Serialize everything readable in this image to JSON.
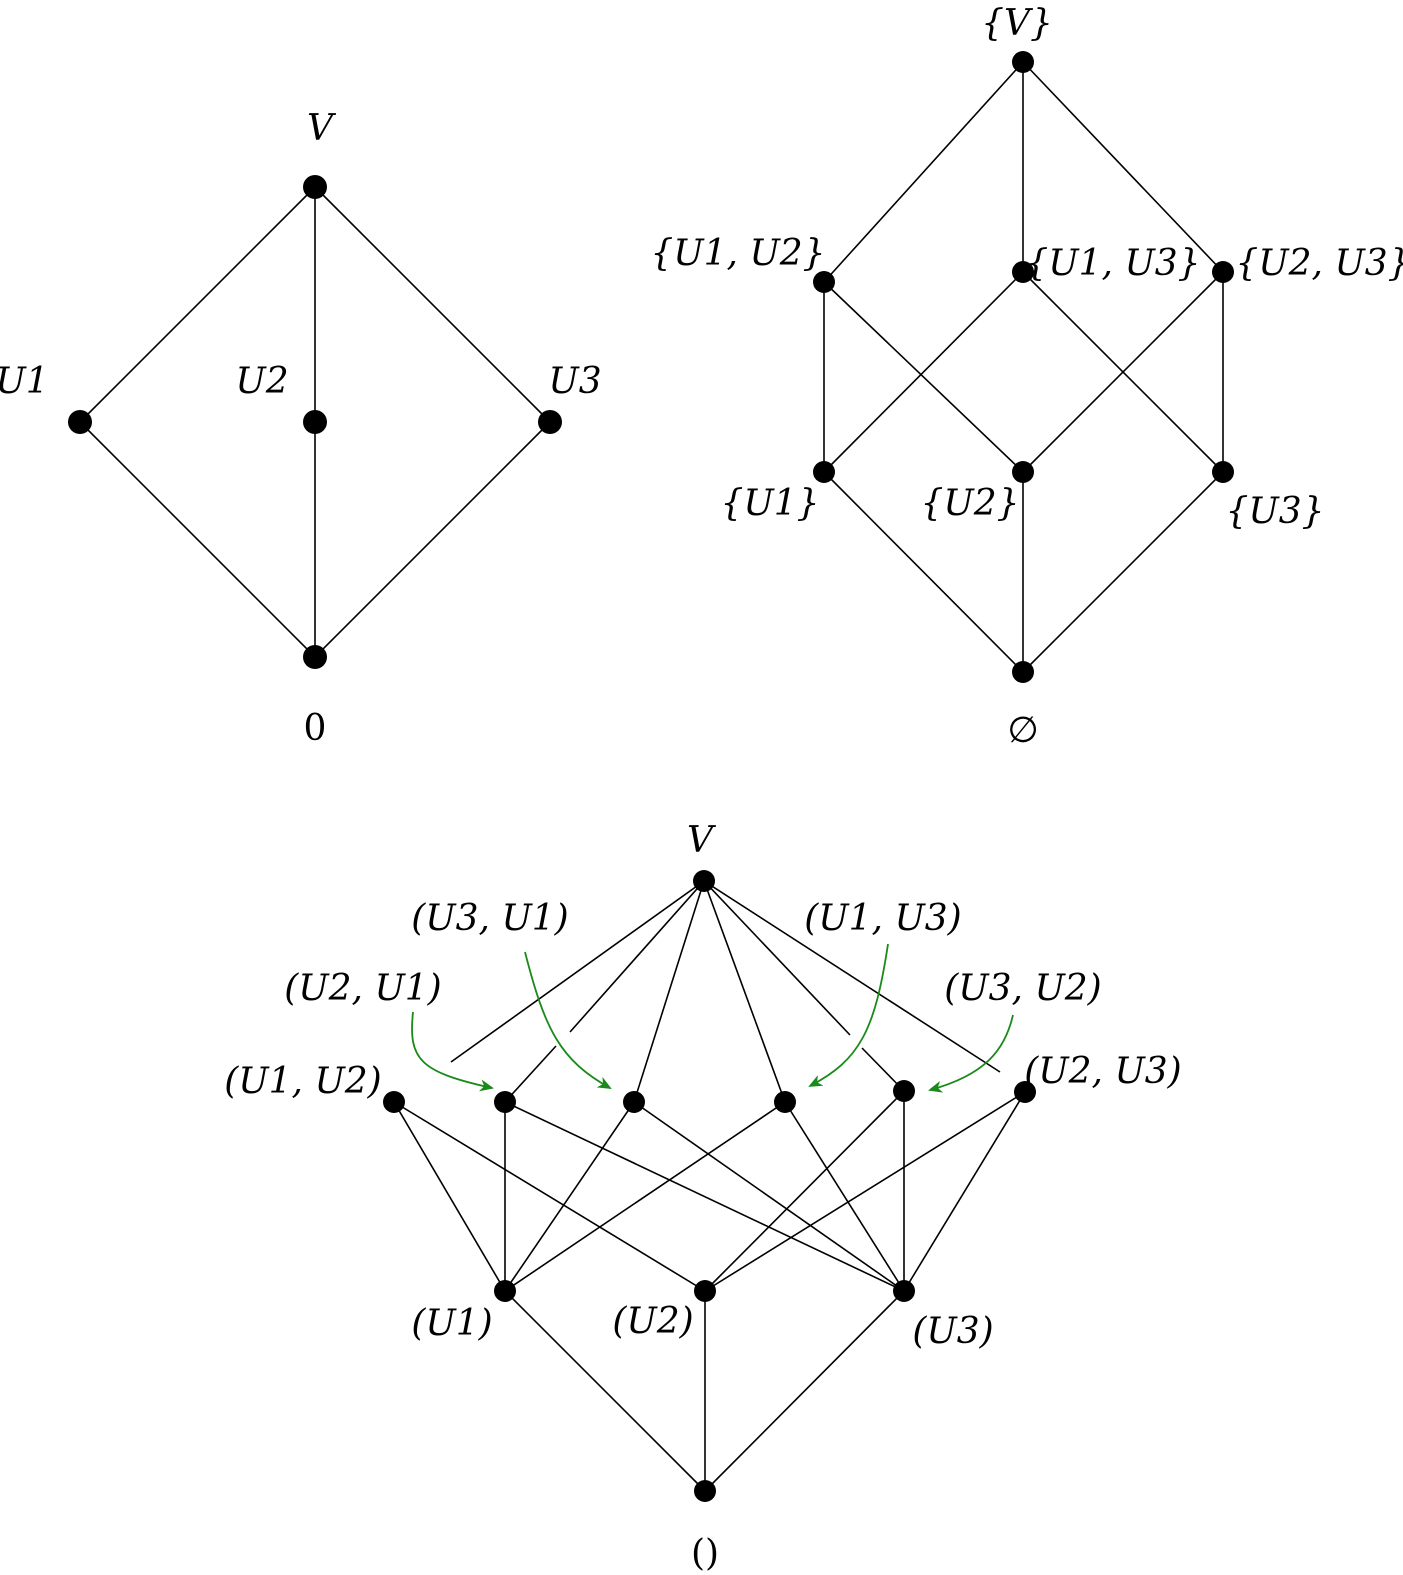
{
  "lattice_1": {
    "top": "V",
    "u1": "U1",
    "u2": "U2",
    "u3": "U3",
    "bottom": "0"
  },
  "lattice_2": {
    "top": "{V}",
    "u12": "{U1, U2}",
    "u13": "{U1, U3}",
    "u23": "{U2, U3}",
    "u1": "{U1}",
    "u2": "{U2}",
    "u3": "{U3}",
    "bottom": "∅"
  },
  "lattice_3": {
    "top": "V",
    "p12": "(U1, U2)",
    "p21": "(U2, U1)",
    "p31": "(U3, U1)",
    "p13": "(U1, U3)",
    "p32": "(U3, U2)",
    "p23": "(U2, U3)",
    "u1": "(U1)",
    "u2": "(U2)",
    "u3": "(U3)",
    "bottom": "()"
  },
  "colors": {
    "arrow": "#1a8a1a",
    "node": "#000000"
  }
}
